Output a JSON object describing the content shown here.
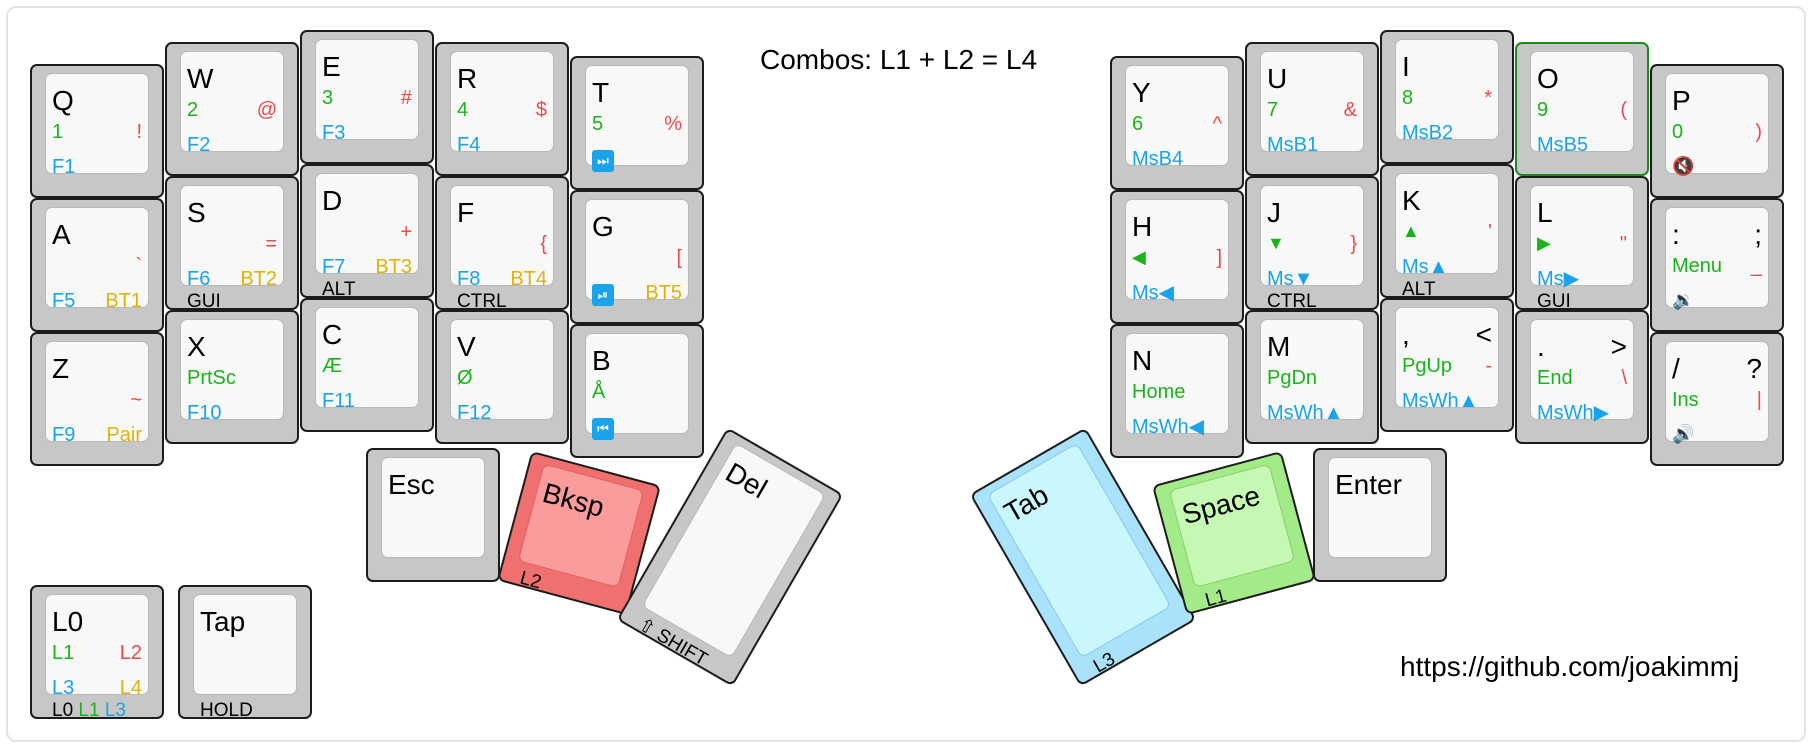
{
  "title": "Combos: L1 + L2 = L4",
  "url": "https://github.com/joakimmj",
  "colors": {
    "l1": "#1bb31b",
    "l2": "#ec4a4a",
    "l3": "#1aa3e8",
    "l4": "#ddb30c",
    "key_grey": "#c7c7c7",
    "red_key": "#f07070",
    "blue_key": "#a9e2fa",
    "green_key": "#a3ea88"
  },
  "keys": {
    "Q": {
      "l0": "Q",
      "l1": "1",
      "l2": "!",
      "l3": "F1",
      "l4": "",
      "hold": ""
    },
    "W": {
      "l0": "W",
      "l1": "2",
      "l2": "@",
      "l3": "F2",
      "l4": "",
      "hold": ""
    },
    "E": {
      "l0": "E",
      "l1": "3",
      "l2": "#",
      "l3": "F3",
      "l4": "",
      "hold": ""
    },
    "R": {
      "l0": "R",
      "l1": "4",
      "l2": "$",
      "l3": "F4",
      "l4": "",
      "hold": ""
    },
    "T": {
      "l0": "T",
      "l1": "5",
      "l2": "%",
      "l3": "⏭",
      "l4": "",
      "hold": ""
    },
    "A": {
      "l0": "A",
      "l1": "",
      "l2": "`",
      "l3": "F5",
      "l4": "BT1",
      "hold": ""
    },
    "S": {
      "l0": "S",
      "l1": "",
      "l2": "=",
      "l3": "F6",
      "l4": "BT2",
      "hold": "GUI"
    },
    "D": {
      "l0": "D",
      "l1": "",
      "l2": "+",
      "l3": "F7",
      "l4": "BT3",
      "hold": "ALT"
    },
    "F": {
      "l0": "F",
      "l1": "",
      "l2": "{",
      "l3": "F8",
      "l4": "BT4",
      "hold": "CTRL"
    },
    "G": {
      "l0": "G",
      "l1": "",
      "l2": "[",
      "l3": "⏯",
      "l4": "BT5",
      "hold": ""
    },
    "Z": {
      "l0": "Z",
      "l1": "",
      "l2": "~",
      "l3": "F9",
      "l4": "Pair",
      "hold": ""
    },
    "X": {
      "l0": "X",
      "l1": "PrtSc",
      "l2": "",
      "l3": "F10",
      "l4": "",
      "hold": ""
    },
    "C": {
      "l0": "C",
      "l1": "Æ",
      "l2": "",
      "l3": "F11",
      "l4": "",
      "hold": ""
    },
    "V": {
      "l0": "V",
      "l1": "Ø",
      "l2": "",
      "l3": "F12",
      "l4": "",
      "hold": ""
    },
    "B": {
      "l0": "B",
      "l1": "Å",
      "l2": "",
      "l3": "⏮",
      "l4": "",
      "hold": ""
    },
    "Y": {
      "l0": "Y",
      "l1": "6",
      "l2": "^",
      "l3": "MsB4",
      "l4": "",
      "hold": ""
    },
    "U": {
      "l0": "U",
      "l1": "7",
      "l2": "&",
      "l3": "MsB1",
      "l4": "",
      "hold": ""
    },
    "I": {
      "l0": "I",
      "l1": "8",
      "l2": "*",
      "l3": "MsB2",
      "l4": "",
      "hold": ""
    },
    "O": {
      "l0": "O",
      "l1": "9",
      "l2": "(",
      "l3": "MsB5",
      "l4": "",
      "hold": ""
    },
    "P": {
      "l0": "P",
      "l1": "0",
      "l2": ")",
      "l3": "",
      "l4": "",
      "hold": ""
    },
    "H": {
      "l0": "H",
      "l1": "◀",
      "l2": "]",
      "l3": "Ms◀",
      "l4": "",
      "hold": ""
    },
    "J": {
      "l0": "J",
      "l1": "▼",
      "l2": "}",
      "l3": "Ms▼",
      "l4": "",
      "hold": "CTRL"
    },
    "K": {
      "l0": "K",
      "l1": "▲",
      "l2": "'",
      "l3": "Ms▲",
      "l4": "",
      "hold": "ALT"
    },
    "L": {
      "l0": "L",
      "l1": "▶",
      "l2": "\"",
      "l3": "Ms▶",
      "l4": "",
      "hold": "GUI"
    },
    "SEMI": {
      "l0": ":",
      "r0": ";",
      "l1": "Menu",
      "l2": "_",
      "l3": "",
      "l4": "",
      "hold": ""
    },
    "N": {
      "l0": "N",
      "l1": "Home",
      "l2": "",
      "l3": "MsWh◀",
      "l4": "",
      "hold": ""
    },
    "M": {
      "l0": "M",
      "l1": "PgDn",
      "l2": "",
      "l3": "MsWh▲",
      "l4": "",
      "hold": ""
    },
    "COMMA": {
      "l0": ",",
      "r0": "<",
      "l1": "PgUp",
      "l2": "-",
      "l3": "MsWh▲",
      "l4": "",
      "hold": ""
    },
    "DOT": {
      "l0": ".",
      "r0": ">",
      "l1": "End",
      "l2": "\\",
      "l3": "MsWh▶",
      "l4": "",
      "hold": ""
    },
    "SLASH": {
      "l0": "/",
      "r0": "?",
      "l1": "Ins",
      "l2": "|",
      "l3": "",
      "l4": "",
      "hold": ""
    },
    "L0": {
      "l0": "L0",
      "l1": "L1",
      "l2": "L2",
      "l3": "L3",
      "l4": "L4",
      "hold": "L0"
    },
    "TAP": {
      "l0": "Tap",
      "hold": "HOLD"
    },
    "ESC": {
      "l0": "Esc"
    },
    "BKSP": {
      "l0": "Bksp",
      "hold": "L2"
    },
    "DEL": {
      "l0": "Del",
      "hold": "⇧ SHIFT"
    },
    "TAB": {
      "l0": "Tab",
      "hold": "L3"
    },
    "SPACE": {
      "l0": "Space",
      "hold": "L1"
    },
    "ENTER": {
      "l0": "Enter"
    }
  },
  "legend_hold_l1": "L1",
  "legend_hold_l3": "L3",
  "icons": {
    "mute": "mute-icon",
    "vol_down": "volume-down-icon",
    "vol_up": "volume-up-icon",
    "next": "next-track-icon",
    "play": "play-pause-icon",
    "prev": "prev-track-icon"
  }
}
